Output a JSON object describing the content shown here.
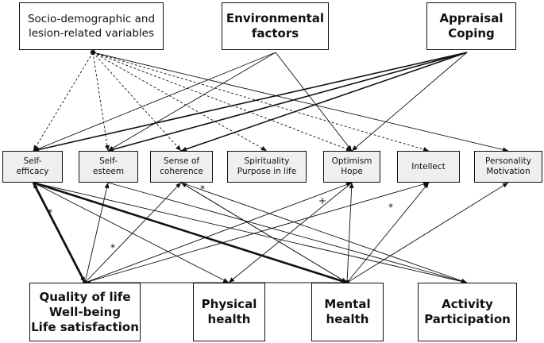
{
  "top_boxes": {
    "sociodemographic": "Socio-demographic and\nlesion-related variables",
    "environmental": "Environmental\nfactors",
    "appraisal": "Appraisal\nCoping"
  },
  "mid_boxes": {
    "self_efficacy": "Self-\nefficacy",
    "self_esteem": "Self-\nesteem",
    "coherence": "Sense of\ncoherence",
    "spirituality": "Spirituality\nPurpose in life",
    "optimism": "Optimism\nHope",
    "intellect": "Intellect",
    "personality": "Personality\nMotivation"
  },
  "bottom_boxes": {
    "quality_of_life": "Quality of life\nWell-being\nLife satisfaction",
    "physical_health": "Physical\nhealth",
    "mental_health": "Mental\nhealth",
    "activity": "Activity\nParticipation"
  },
  "markers": {
    "star_a": "*",
    "star_b": "*",
    "star_c": "*",
    "star_d": "*",
    "plus": "+"
  }
}
